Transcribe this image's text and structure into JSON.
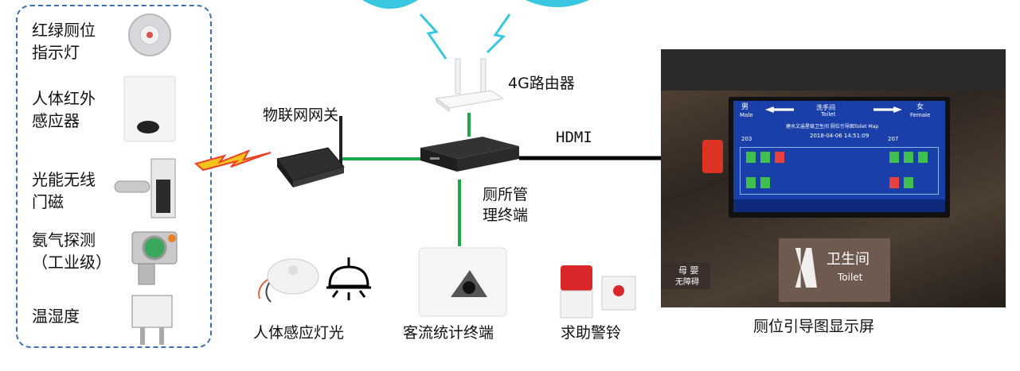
{
  "sensors": [
    {
      "label_lines": [
        "红绿厕位",
        "指示灯"
      ],
      "icon": "indicator-light-icon"
    },
    {
      "label_lines": [
        "人体红外",
        "感应器"
      ],
      "icon": "pir-sensor-icon"
    },
    {
      "label_lines": [
        "光能无线",
        "门磁"
      ],
      "icon": "door-sensor-icon"
    },
    {
      "label_lines": [
        "氨气探测",
        "（工业级）"
      ],
      "icon": "ammonia-detector-icon"
    },
    {
      "label_lines": [
        "温湿度"
      ],
      "icon": "temp-humidity-sensor-icon"
    }
  ],
  "nodes": {
    "gateway": "物联网网关",
    "router": "4G路由器",
    "terminal_line1": "厕所管",
    "terminal_line2": "理终端",
    "hdmi": "HDMI",
    "motion_light": "人体感应灯光",
    "people_counter": "客流统计终端",
    "alarm": "求助警铃",
    "display": "厕位引导图显示屏"
  },
  "screen": {
    "male": "男",
    "male_en": "Male",
    "female": "女",
    "female_en": "Female",
    "wash": "洗手间",
    "wash_en": "Toilet",
    "title": "建水文庙星级卫生间  厕位引导图Toilet Map",
    "datetime": "2018-04-06 14:51:09",
    "male_count": "203",
    "female_count": "207"
  },
  "signage": {
    "wc_cn": "卫生间",
    "wc_en": "Toilet",
    "mother_cn": "母 婴",
    "barrier_cn": "无障碍"
  },
  "colors": {
    "link_green": "#1aa84a",
    "hdmi_black": "#000000",
    "panel_border": "#3d6fb0",
    "wireless": "#39c6e0",
    "zigzag_red": "#e8402a",
    "zigzag_yellow": "#f6c21c"
  }
}
